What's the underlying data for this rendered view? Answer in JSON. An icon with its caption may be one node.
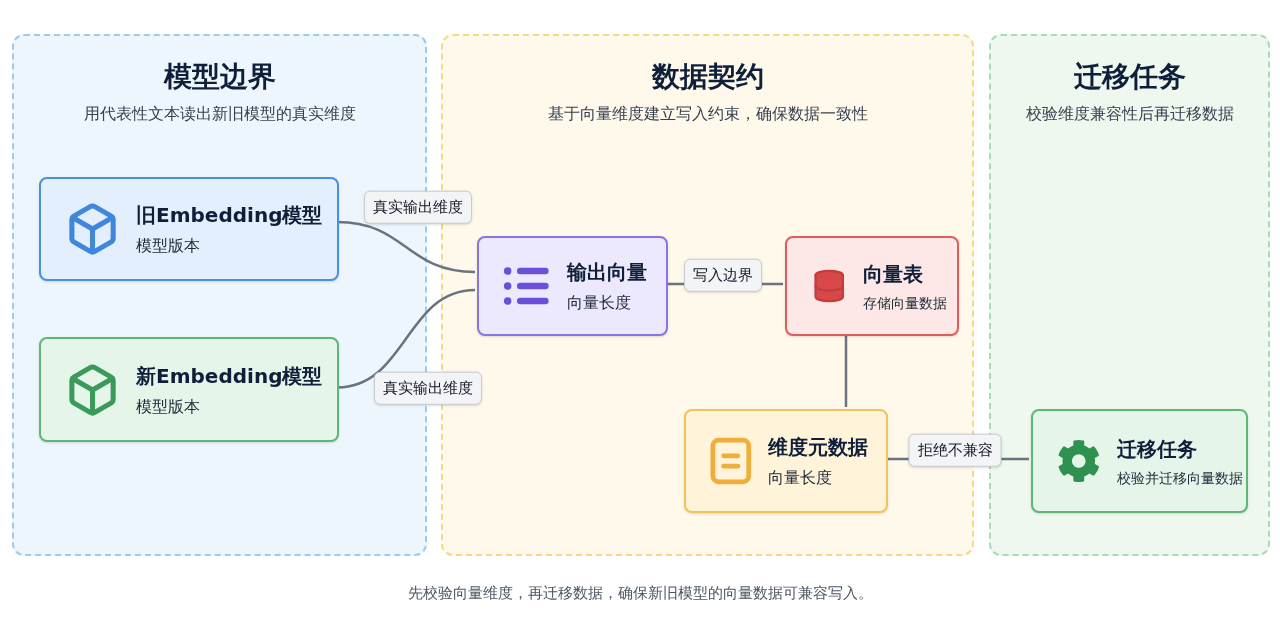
{
  "diagram": {
    "caption": "先校验向量维度，再迁移数据，确保新旧模型的向量数据可兼容写入。",
    "nodes": [
      {
        "text": [
          "模型边界",
          "用代表性文本读出新旧模型的真实维度"
        ]
      },
      {
        "text": [
          "旧Embedding模型",
          "模型版本"
        ],
        "in": 0
      },
      {
        "text": [
          "新Embedding模型",
          "模型版本"
        ],
        "in": 0
      },
      {
        "text": [
          "数据契约",
          "基于向量维度建立写入约束，确保数据一致性"
        ]
      },
      {
        "text": [
          "输出向量",
          "向量长度"
        ],
        "in": 3
      },
      {
        "text": [
          "向量表",
          "存储向量数据"
        ],
        "in": 3
      },
      {
        "text": [
          "维度元数据",
          "向量长度"
        ],
        "in": 3
      },
      {
        "text": [
          "迁移任务",
          "校验维度兼容性后再迁移数据"
        ]
      },
      {
        "text": [
          "迁移任务",
          "校验并迁移向量数据"
        ],
        "in": 7
      }
    ],
    "edges": [
      {
        "from": 1,
        "to": 4,
        "arrow": "none",
        "label": "真实输出维度"
      },
      {
        "from": 2,
        "to": 4,
        "arrow": "none",
        "label": "真实输出维度"
      },
      {
        "from": 4,
        "to": 5,
        "arrow": "none",
        "label": "写入边界"
      },
      {
        "from": 5,
        "to": 6,
        "arrow": "none"
      },
      {
        "from": 6,
        "to": 8,
        "arrow": "none",
        "label": "拒绝不兼容"
      }
    ]
  }
}
